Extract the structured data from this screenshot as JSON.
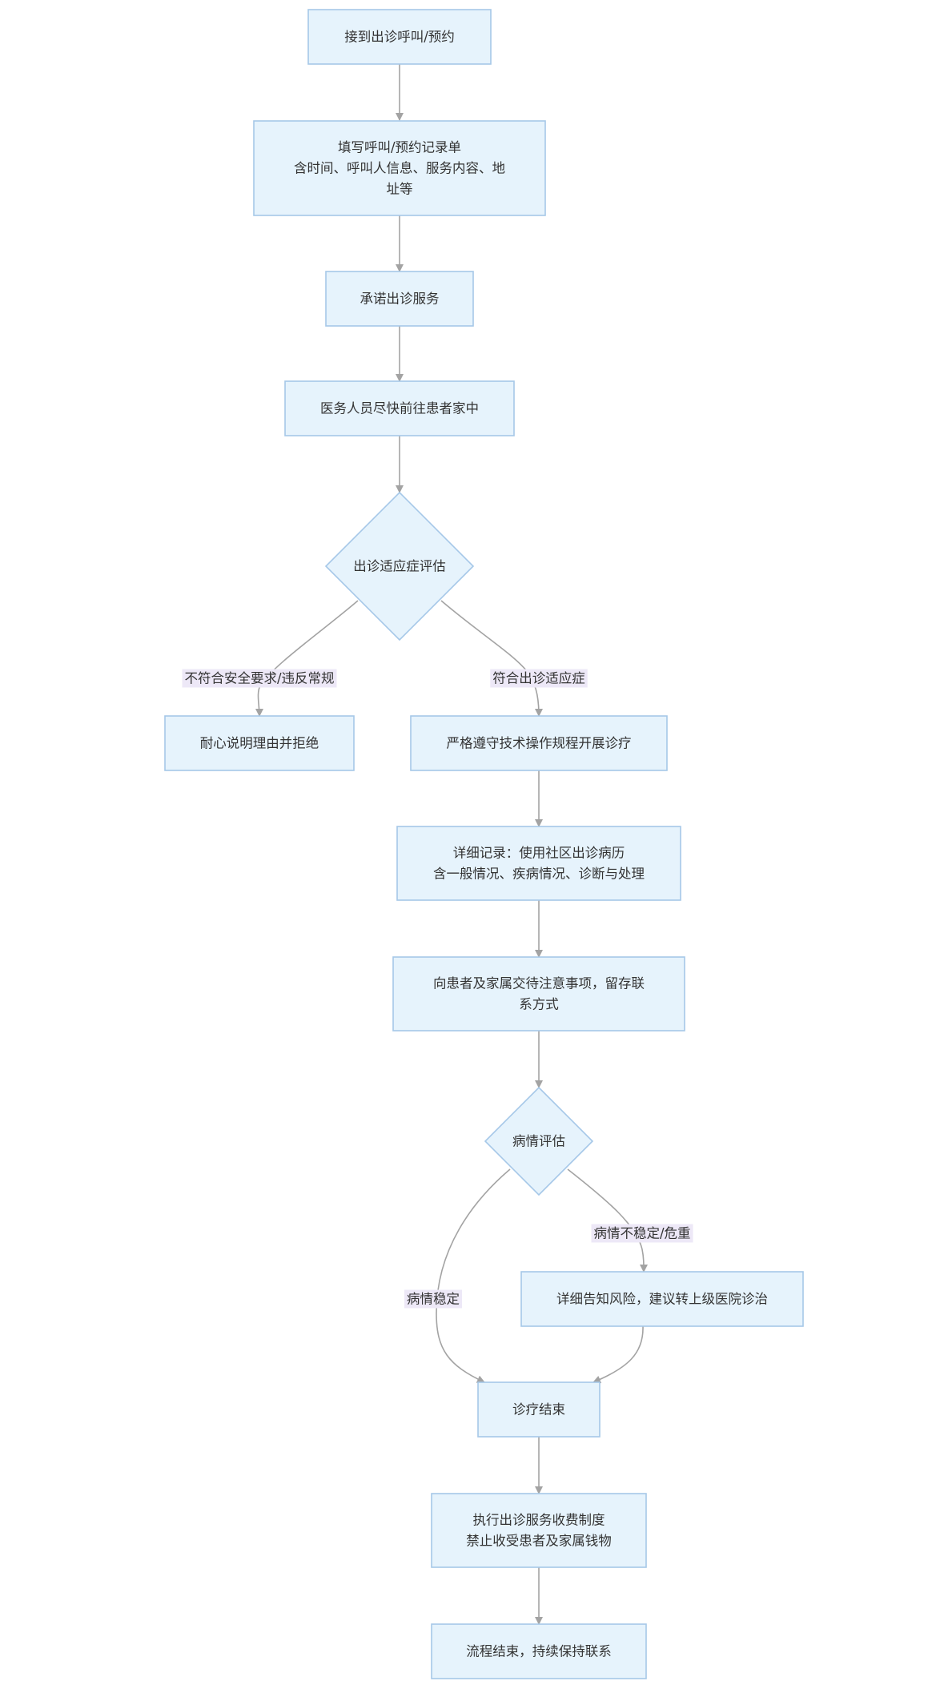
{
  "nodes": {
    "receive_call": {
      "shape": "rect",
      "lines": [
        "接到出诊呼叫/预约"
      ]
    },
    "fill_record": {
      "shape": "rect",
      "lines": [
        "填写呼叫/预约记录单",
        "含时间、呼叫人信息、服务内容、地",
        "址等"
      ]
    },
    "commit_service": {
      "shape": "rect",
      "lines": [
        "承诺出诊服务"
      ]
    },
    "go_to_home": {
      "shape": "rect",
      "lines": [
        "医务人员尽快前往患者家中"
      ]
    },
    "indication_assess": {
      "shape": "diamond",
      "lines": [
        "出诊适应症评估"
      ]
    },
    "refuse": {
      "shape": "rect",
      "lines": [
        "耐心说明理由并拒绝"
      ]
    },
    "follow_protocol": {
      "shape": "rect",
      "lines": [
        "严格遵守技术操作规程开展诊疗"
      ]
    },
    "detailed_record": {
      "shape": "rect",
      "lines": [
        "详细记录：使用社区出诊病历",
        "含一般情况、疾病情况、诊断与处理"
      ]
    },
    "instruct_family": {
      "shape": "rect",
      "lines": [
        "向患者及家属交待注意事项，留存联",
        "系方式"
      ]
    },
    "condition_assess": {
      "shape": "diamond",
      "lines": [
        "病情评估"
      ]
    },
    "refer_hospital": {
      "shape": "rect",
      "lines": [
        "详细告知风险，建议转上级医院诊治"
      ]
    },
    "treatment_end": {
      "shape": "rect",
      "lines": [
        "诊疗结束"
      ]
    },
    "fee_policy": {
      "shape": "rect",
      "lines": [
        "执行出诊服务收费制度",
        "禁止收受患者及家属钱物"
      ]
    },
    "process_end": {
      "shape": "rect",
      "lines": [
        "流程结束，持续保持联系"
      ]
    }
  },
  "edge_labels": {
    "not_compliant": "不符合安全要求/违反常规",
    "compliant": "符合出诊适应症",
    "unstable": "病情不稳定/危重",
    "stable": "病情稳定"
  },
  "colors": {
    "node_fill": "#e6f3fc",
    "node_stroke": "#a6c8e8",
    "edge": "#a3a3a3",
    "label_bg": "#ede8f7",
    "text": "#333333"
  }
}
